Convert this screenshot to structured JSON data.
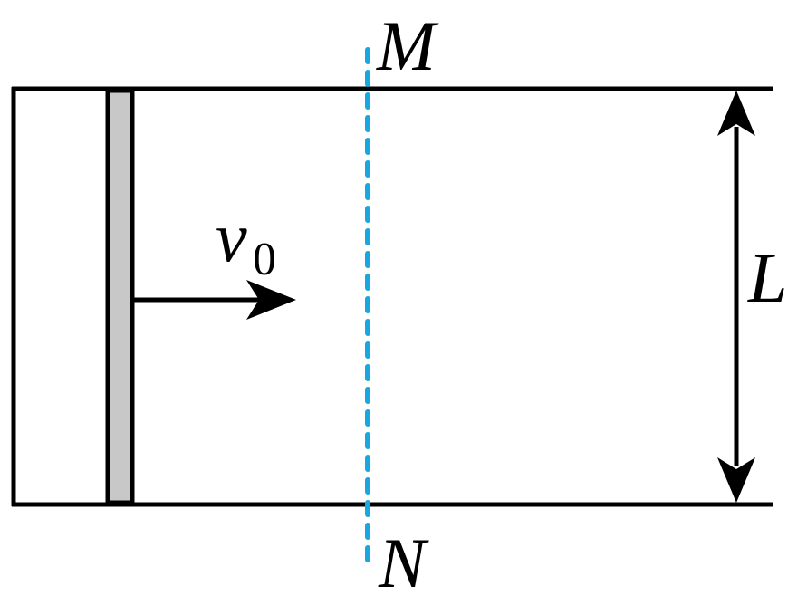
{
  "labels": {
    "boundary_top": "M",
    "boundary_bottom": "N",
    "width": "L",
    "velocity_symbol": "v",
    "velocity_subscript": "0"
  },
  "colors": {
    "rail": "#000000",
    "rod_fill": "#c8c8c8",
    "boundary_line": "#1aa7e0",
    "background": "#ffffff"
  }
}
